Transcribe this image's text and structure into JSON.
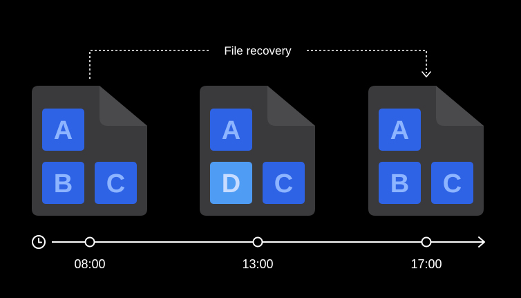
{
  "recovery": {
    "label": "File recovery"
  },
  "colors": {
    "background": "#000000",
    "document": "#3a3a3c",
    "document_fold": "#4a4a4d",
    "tile": "#2f63e6",
    "tile_highlight": "#4f9cf5",
    "tile_text": "#8db4ff",
    "tile_text_highlight": "#c7dcff",
    "line": "#ffffff",
    "text": "#ffffff"
  },
  "icons": {
    "timeline_start": "clock-icon",
    "timeline_end": "arrow-right-icon"
  },
  "files": [
    {
      "time": "08:00",
      "tiles": [
        {
          "letter": "A",
          "highlight": false
        },
        {
          "letter": "B",
          "highlight": false
        },
        {
          "letter": "C",
          "highlight": false
        }
      ]
    },
    {
      "time": "13:00",
      "tiles": [
        {
          "letter": "A",
          "highlight": false
        },
        {
          "letter": "D",
          "highlight": true
        },
        {
          "letter": "C",
          "highlight": false
        }
      ]
    },
    {
      "time": "17:00",
      "tiles": [
        {
          "letter": "A",
          "highlight": false
        },
        {
          "letter": "B",
          "highlight": false
        },
        {
          "letter": "C",
          "highlight": false
        }
      ]
    }
  ]
}
